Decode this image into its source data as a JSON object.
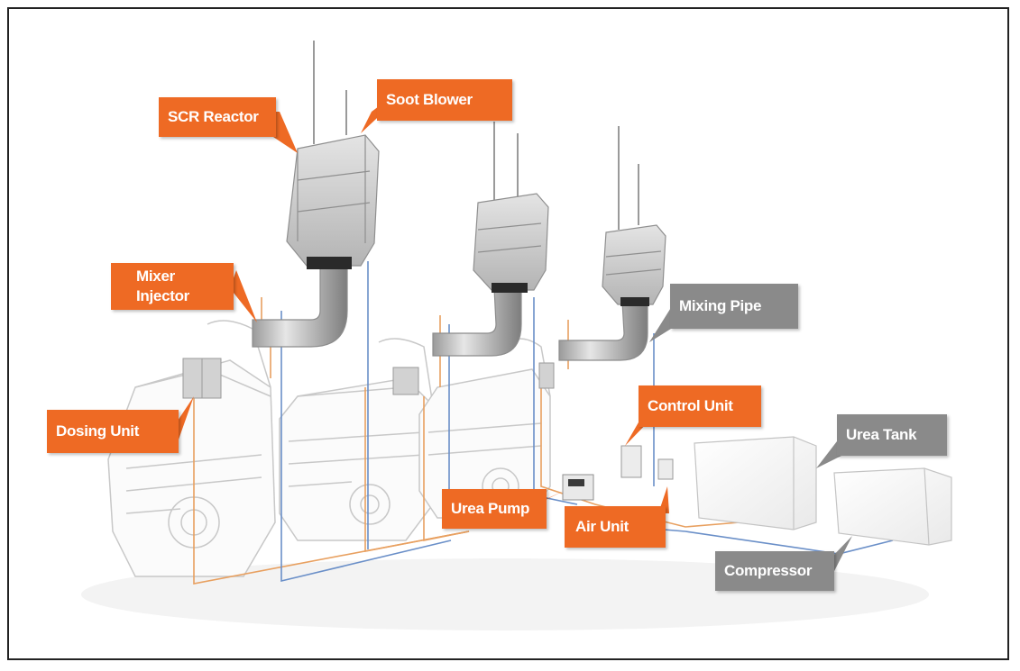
{
  "labels": {
    "scr_reactor": "SCR Reactor",
    "soot_blower": "Soot Blower",
    "mixer_injector_line1": "Mixer",
    "mixer_injector_line2": "Injector",
    "mixing_pipe": "Mixing Pipe",
    "dosing_unit": "Dosing Unit",
    "control_unit": "Control Unit",
    "urea_tank": "Urea Tank",
    "urea_pump": "Urea Pump",
    "air_unit": "Air Unit",
    "compressor": "Compressor"
  },
  "colors": {
    "orange_callout": "#ee6a24",
    "gray_callout": "#8a8a8a",
    "urea_line": "#e8a060",
    "air_line": "#6a8fc8",
    "frame": "#222222"
  }
}
